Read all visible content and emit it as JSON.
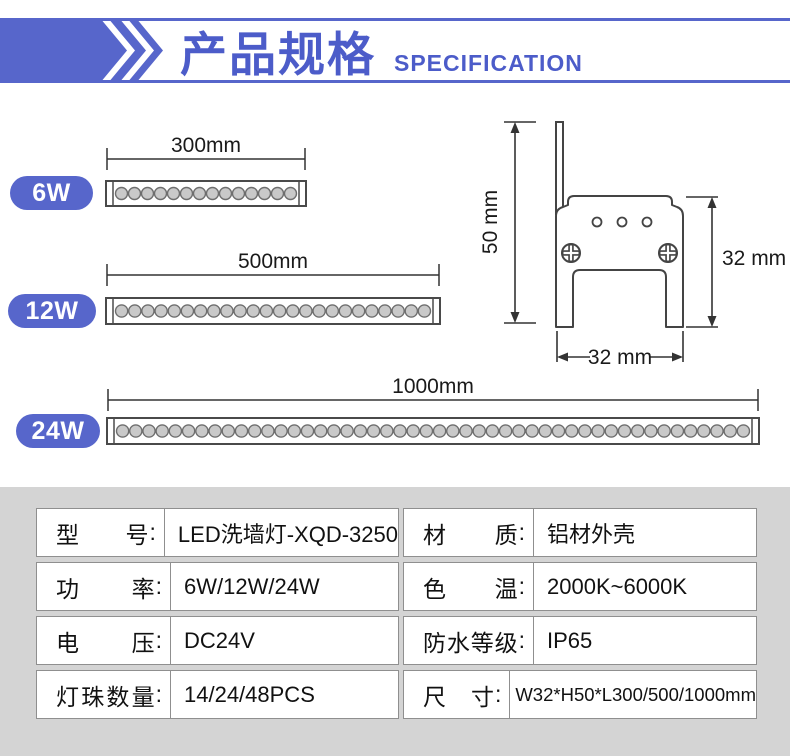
{
  "header": {
    "title": "产品规格",
    "subtitle": "SPECIFICATION"
  },
  "colors": {
    "accent_blue": "#5766CB",
    "title_blue": "#4C5CC9",
    "table_section_bg": "#D4D4D4",
    "led_fill": "#C9C9C9"
  },
  "diagrams": [
    {
      "badge": "6W",
      "length_label": "300mm",
      "led_count": 14
    },
    {
      "badge": "12W",
      "length_label": "500mm",
      "led_count": 24
    },
    {
      "badge": "24W",
      "length_label": "1000mm",
      "led_count": 48
    }
  ],
  "side_view": {
    "height_label": "50 mm",
    "bracket_height_label": "32 mm",
    "width_label": "32 mm"
  },
  "spec_table": {
    "colon": ":",
    "rows": [
      [
        {
          "label": "型 号",
          "value": "LED洗墙灯-XQD-3250"
        },
        {
          "label": "材 质",
          "value": "铝材外壳"
        }
      ],
      [
        {
          "label": "功 率",
          "value": "6W/12W/24W"
        },
        {
          "label": "色 温",
          "value": "2000K~6000K"
        }
      ],
      [
        {
          "label": "电 压",
          "value": "DC24V"
        },
        {
          "label": "防水等级",
          "value": "IP65"
        }
      ],
      [
        {
          "label": "灯珠数量",
          "value": "14/24/48PCS"
        },
        {
          "label": "尺 寸",
          "value": "W32*H50*L300/500/1000mm"
        }
      ]
    ]
  }
}
